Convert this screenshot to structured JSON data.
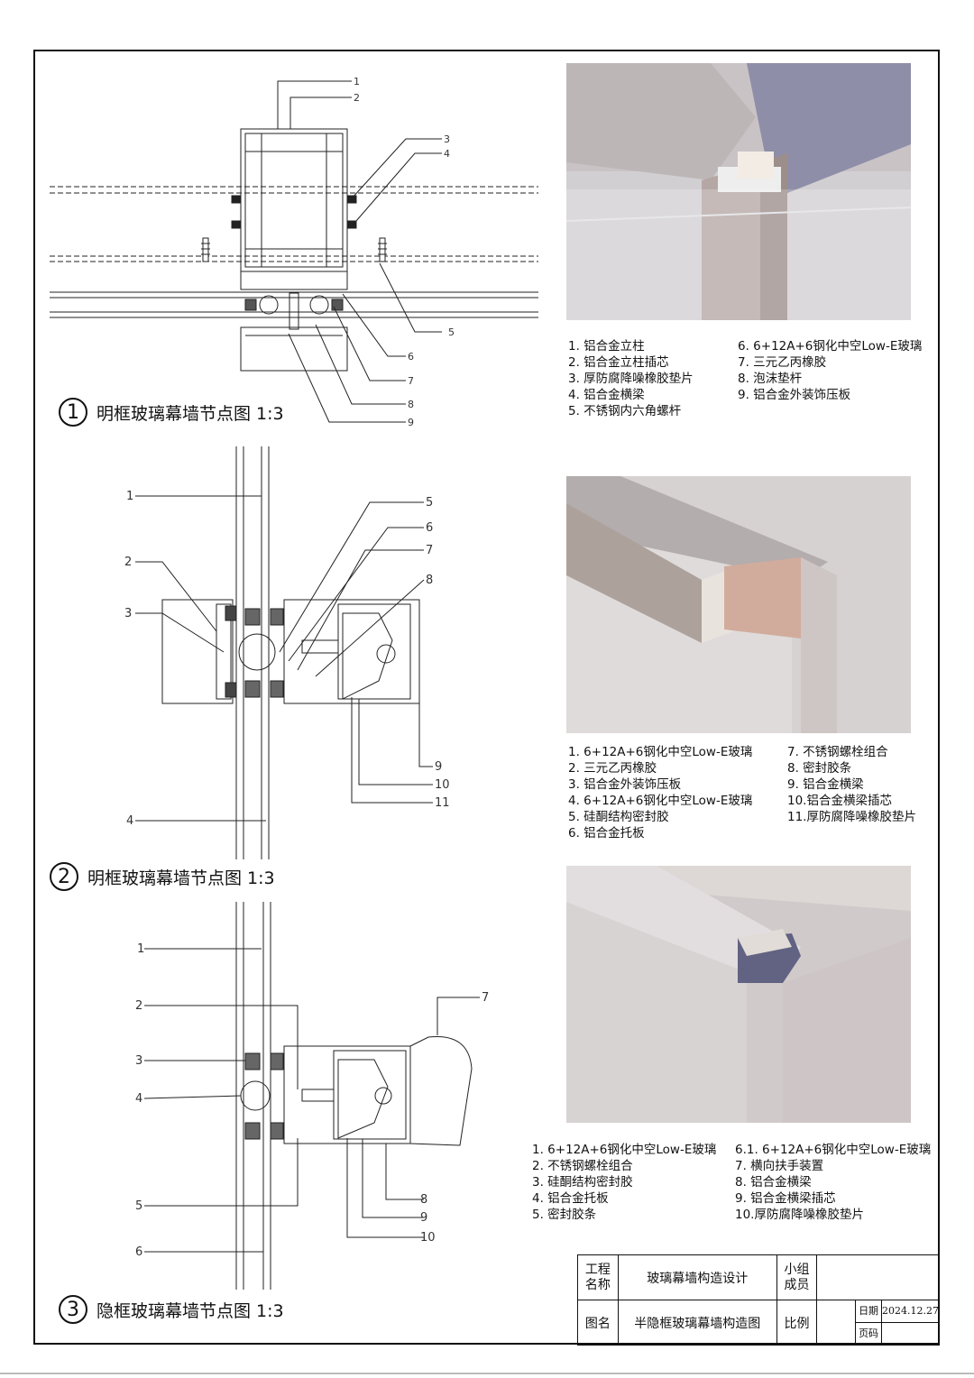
{
  "detail1": {
    "number": "1",
    "caption": "明框玻璃幕墙节点图 1:3",
    "callouts": [
      "1",
      "2",
      "3",
      "4",
      "5",
      "6",
      "7",
      "8",
      "9"
    ],
    "legend": [
      "1.  铝合金立柱",
      "2.  铝合金立柱插芯",
      "3.  厚防腐降噪橡胶垫片",
      "4.  铝合金横梁",
      "5.  不锈钢内六角螺杆",
      "6.  6+12A+6钢化中空Low-E玻璃",
      "7.  三元乙丙橡胶",
      "8.  泡沫垫杆",
      "9.  铝合金外装饰压板"
    ]
  },
  "detail2": {
    "number": "2",
    "caption": "明框玻璃幕墙节点图 1:3",
    "callouts": [
      "1",
      "2",
      "3",
      "4",
      "5",
      "6",
      "7",
      "8",
      "9",
      "10",
      "11"
    ],
    "legend": [
      "1.  6+12A+6钢化中空Low-E玻璃",
      "2.  三元乙丙橡胶",
      "3.  铝合金外装饰压板",
      "4.  6+12A+6钢化中空Low-E玻璃",
      "5.  硅酮结构密封胶",
      "6.  铝合金托板",
      "7.  不锈钢螺栓组合",
      "8.  密封胶条",
      "9.  铝合金横梁",
      "10.铝合金横梁插芯",
      "11.厚防腐降噪橡胶垫片"
    ]
  },
  "detail3": {
    "number": "3",
    "caption": "隐框玻璃幕墙节点图 1:3",
    "callouts": [
      "1",
      "2",
      "3",
      "4",
      "5",
      "6",
      "7",
      "8",
      "9",
      "10"
    ],
    "legend": [
      "1.  6+12A+6钢化中空Low-E玻璃",
      "2.  不锈钢螺栓组合",
      "3.  硅酮结构密封胶",
      "4.  铝合金托板",
      "5.  密封胶条",
      "6.1.  6+12A+6钢化中空Low-E玻璃",
      "7.  横向扶手装置",
      "8.  铝合金横梁",
      "9.  铝合金横梁插芯",
      "10.厚防腐降噪橡胶垫片"
    ]
  },
  "titleblock": {
    "project_label": "工程\n名称",
    "project_name": "玻璃幕墙构造设计",
    "members_label": "小组\n成员",
    "members_value": "",
    "drawing_label": "图名",
    "drawing_name": "半隐框玻璃幕墙构造图",
    "scale_label": "比例",
    "scale_value": "",
    "date_label": "日期",
    "date_value": "2024.12.27",
    "page_label": "页码",
    "page_value": ""
  },
  "colors": {
    "line": "#111111",
    "render_wall": "#cdc5c1",
    "render_glass": "#8a8aa6",
    "render_metal": "#b8aba6"
  }
}
